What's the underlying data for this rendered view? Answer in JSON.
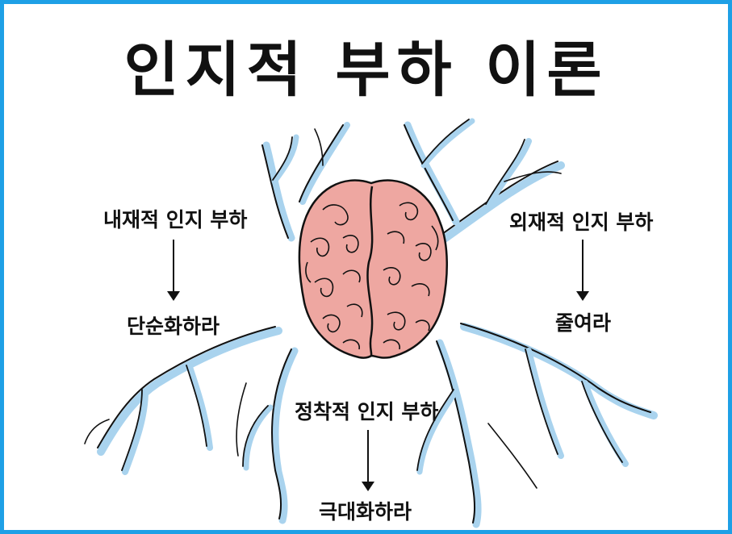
{
  "title": "인지적 부하 이론",
  "colors": {
    "border": "#1ea0e6",
    "branch_shadow": "#a9d3ee",
    "brain_fill": "#eea7a1",
    "ink": "#111111"
  },
  "sections": {
    "intrinsic": {
      "label": "내재적 인지 부하",
      "action": "단순화하라"
    },
    "extraneous": {
      "label": "외재적 인지 부하",
      "action": "줄여라"
    },
    "germane": {
      "label": "정착적 인지 부하",
      "action": "극대화하라"
    }
  },
  "illustration": {
    "icon": "brain-icon",
    "decoration": "nerve-branches"
  }
}
